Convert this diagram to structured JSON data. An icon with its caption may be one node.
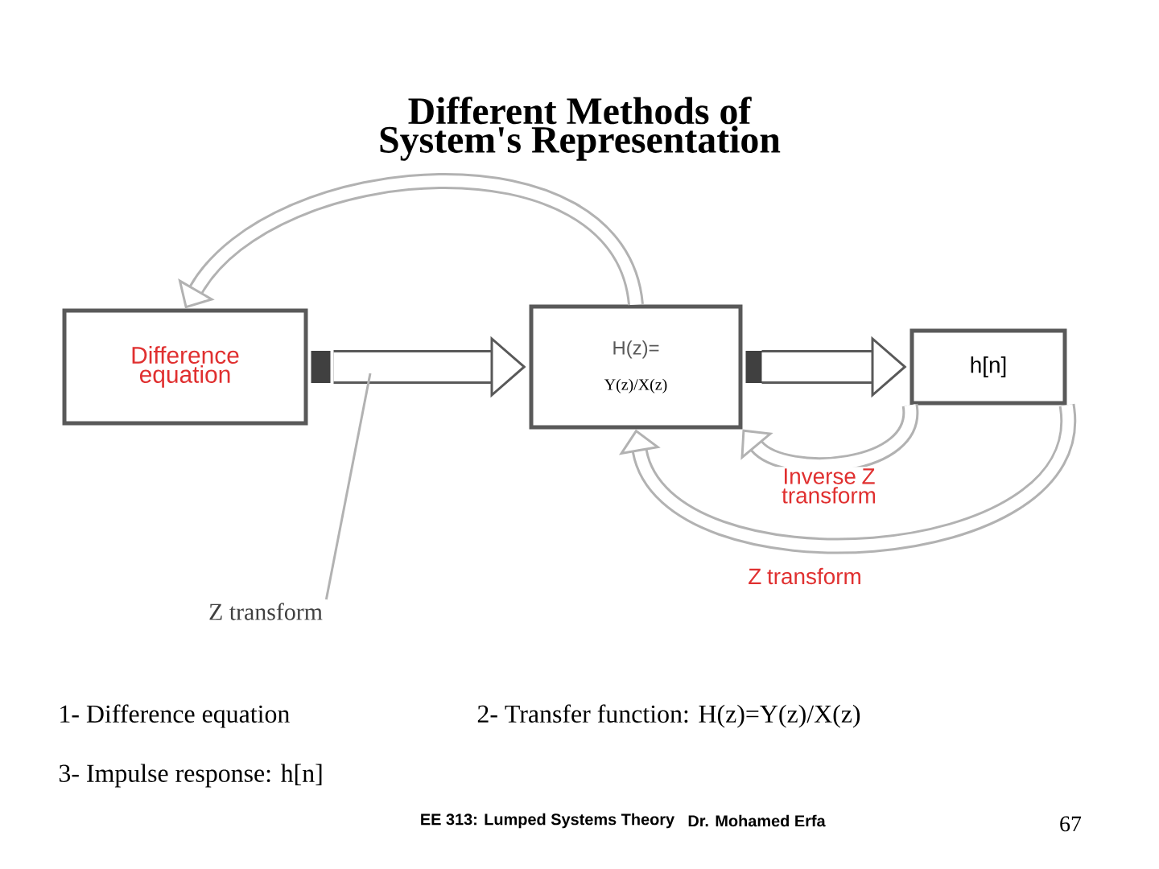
{
  "diagram": {
    "title": "Different Methods of System's Representation",
    "nodes": [
      {
        "text": [
          "Difference equation"
        ]
      },
      {
        "text": [
          "H(z)=",
          "Y(z)/X(z)"
        ]
      },
      {
        "text": [
          "h[n]"
        ]
      },
      {
        "text": [
          "Z transform"
        ]
      }
    ],
    "edges": [
      {
        "from": 0,
        "to": 1,
        "arrow": "to",
        "style": "thick"
      },
      {
        "from": 1,
        "to": 2,
        "arrow": "to",
        "style": "thick"
      },
      {
        "from": 1,
        "to": 0,
        "arrow": "to"
      },
      {
        "from": 2,
        "to": 1,
        "arrow": "to",
        "label": "Inverse Z transform"
      },
      {
        "from": 2,
        "to": 1,
        "arrow": "to",
        "label": "Z transform"
      },
      {
        "from": 3,
        "to": null,
        "arrow": "none"
      }
    ],
    "labels": [
      "1- Difference equation",
      "2- Transfer  function:   H(z)=Y(z)/X(z)",
      "3- Impulse response: h[n]",
      "EE 313: Lumped Systems Theory",
      "Dr. Mohamed Erfa",
      "67"
    ]
  }
}
